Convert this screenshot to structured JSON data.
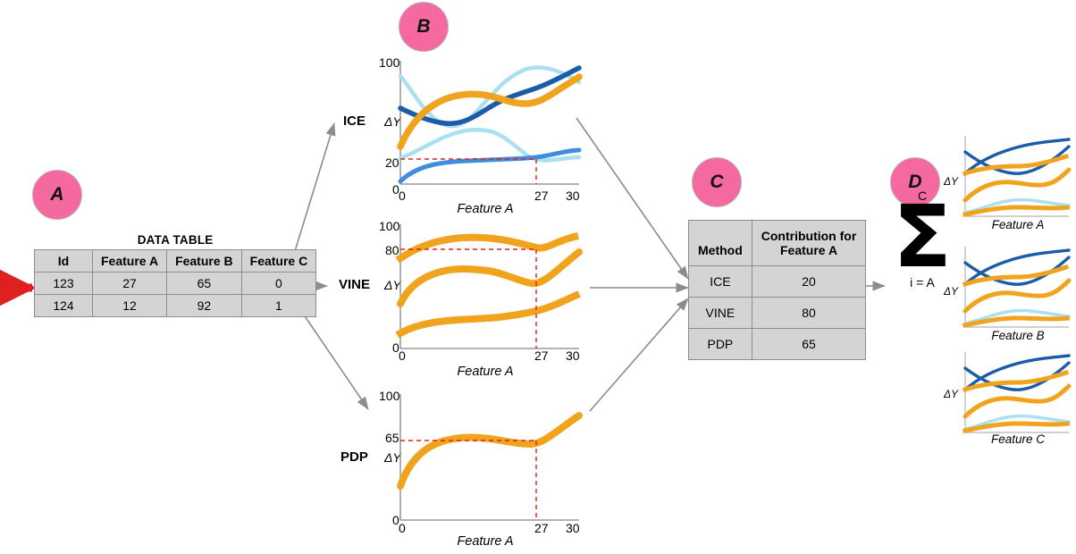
{
  "figure": {
    "badges": [
      {
        "id": "A",
        "label": "A"
      },
      {
        "id": "B",
        "label": "B"
      },
      {
        "id": "C",
        "label": "C"
      },
      {
        "id": "D",
        "label": "D"
      }
    ]
  },
  "data_table": {
    "title": "DATA TABLE",
    "columns": [
      "Id",
      "Feature A",
      "Feature B",
      "Feature C"
    ],
    "rows": [
      [
        "123",
        "27",
        "65",
        "0"
      ],
      [
        "124",
        "12",
        "92",
        "1"
      ]
    ],
    "highlighted_row_index": 0
  },
  "contribution_table": {
    "columns": [
      "Method",
      "Contribution for Feature A"
    ],
    "column_header_lines": [
      [
        "Method"
      ],
      [
        "Contribution for",
        "Feature A"
      ]
    ],
    "rows": [
      [
        "ICE",
        "20"
      ],
      [
        "VINE",
        "80"
      ],
      [
        "PDP",
        "65"
      ]
    ]
  },
  "summation": {
    "upper_limit": "C",
    "lower_limit": "i = A",
    "glyph": "sigma-symbol"
  },
  "colors": {
    "accent_pink": "#F4699F",
    "orange": "#F0A41E",
    "dark_blue": "#1B5CA8",
    "mid_blue": "#3E8EDC",
    "light_blue": "#A9E0F2",
    "red_marker": "#E02020",
    "table_fill": "#D4D4D4",
    "arrow_gray": "#8C8C8C"
  },
  "chart_data": [
    {
      "id": "ice",
      "type": "line",
      "method_label": "ICE",
      "xlabel": "Feature A",
      "ylabel": "ΔY",
      "xticks": [
        "0",
        "27",
        "30"
      ],
      "yticks": [
        "0",
        "20",
        "100"
      ],
      "xlim": [
        0,
        30
      ],
      "ylim": [
        0,
        100
      ],
      "marker": {
        "x": 27,
        "y": 20,
        "label_x": "27",
        "label_y": "20",
        "style": "dashed-red"
      },
      "grid": false,
      "legend": "none",
      "series": [
        {
          "name": "ice-curve-light-blue-upper",
          "color": "#A9E0F2",
          "style": "solid",
          "x": [
            0,
            3,
            6,
            9,
            12,
            15,
            18,
            21,
            24,
            27,
            30
          ],
          "y": [
            88,
            81,
            66,
            53,
            49,
            57,
            74,
            88,
            95,
            96,
            90
          ]
        },
        {
          "name": "ice-curve-dark-blue",
          "color": "#1B5CA8",
          "style": "solid",
          "x": [
            0,
            3,
            6,
            9,
            12,
            15,
            18,
            21,
            24,
            27,
            30
          ],
          "y": [
            62,
            57,
            51,
            48,
            48,
            53,
            62,
            68,
            74,
            83,
            93
          ]
        },
        {
          "name": "ice-curve-orange",
          "color": "#F0A41E",
          "style": "solid-thick",
          "x": [
            0,
            3,
            6,
            9,
            12,
            15,
            18,
            21,
            24,
            27,
            30
          ],
          "y": [
            31,
            45,
            57,
            66,
            71,
            73,
            72,
            68,
            67,
            73,
            83
          ]
        },
        {
          "name": "ice-curve-light-blue-lower",
          "color": "#A9E0F2",
          "style": "solid",
          "x": [
            0,
            3,
            6,
            9,
            12,
            15,
            18,
            21,
            24,
            27,
            30
          ],
          "y": [
            21,
            27,
            34,
            40,
            44,
            45,
            43,
            38,
            30,
            24,
            22
          ]
        },
        {
          "name": "ice-curve-mid-blue",
          "color": "#3E8EDC",
          "style": "solid",
          "x": [
            0,
            3,
            6,
            9,
            12,
            15,
            18,
            21,
            24,
            27,
            30
          ],
          "y": [
            2,
            9,
            13,
            16,
            17,
            18,
            18,
            18,
            19,
            21,
            27
          ]
        }
      ]
    },
    {
      "id": "vine",
      "type": "line",
      "method_label": "VINE",
      "xlabel": "Feature A",
      "ylabel": "ΔY",
      "xticks": [
        "0",
        "27",
        "30"
      ],
      "yticks": [
        "0",
        "80",
        "100"
      ],
      "xlim": [
        0,
        30
      ],
      "ylim": [
        0,
        100
      ],
      "marker": {
        "x": 27,
        "y": 80,
        "label_x": "27",
        "label_y": "80",
        "style": "dashed-red"
      },
      "grid": false,
      "legend": "none",
      "series": [
        {
          "name": "vine-upper-band",
          "color": "#F0A41E",
          "style": "dotted",
          "x": [
            0,
            3,
            6,
            9,
            12,
            15,
            18,
            21,
            24,
            27,
            30
          ],
          "y": [
            73,
            79,
            83,
            86,
            89,
            90,
            89,
            87,
            84,
            81,
            91
          ]
        },
        {
          "name": "vine-mean-curve",
          "color": "#F0A41E",
          "style": "solid-thick",
          "x": [
            0,
            3,
            6,
            9,
            12,
            15,
            18,
            21,
            24,
            27,
            30
          ],
          "y": [
            37,
            52,
            60,
            64,
            66,
            67,
            66,
            63,
            59,
            62,
            77
          ]
        },
        {
          "name": "vine-lower-band",
          "color": "#F0A41E",
          "style": "dotted",
          "x": [
            0,
            3,
            6,
            9,
            12,
            15,
            18,
            21,
            24,
            27,
            30
          ],
          "y": [
            13,
            22,
            26,
            29,
            30,
            31,
            32,
            33,
            35,
            39,
            48
          ]
        }
      ]
    },
    {
      "id": "pdp",
      "type": "line",
      "method_label": "PDP",
      "xlabel": "Feature A",
      "ylabel": "ΔY",
      "xticks": [
        "0",
        "27",
        "30"
      ],
      "yticks": [
        "0",
        "65",
        "100"
      ],
      "xlim": [
        0,
        30
      ],
      "ylim": [
        0,
        100
      ],
      "marker": {
        "x": 27,
        "y": 65,
        "label_x": "27",
        "label_y": "65",
        "style": "dashed-red"
      },
      "grid": false,
      "legend": "none",
      "series": [
        {
          "name": "pdp-curve",
          "color": "#F0A41E",
          "style": "solid-thick",
          "x": [
            0,
            3,
            6,
            9,
            12,
            15,
            18,
            21,
            24,
            27,
            30
          ],
          "y": [
            34,
            51,
            60,
            65,
            67,
            67,
            66,
            64,
            64,
            65,
            78
          ]
        }
      ]
    },
    {
      "id": "mini-a",
      "type": "line",
      "xlabel": "Feature A",
      "ylabel": "ΔY",
      "grid": false,
      "legend": "none",
      "series": [
        {
          "name": "mini-a-dark-blue-1",
          "color": "#1B5CA8",
          "style": "solid",
          "x": [
            0,
            2,
            4,
            6,
            8,
            10
          ],
          "y": [
            52,
            68,
            76,
            82,
            86,
            92
          ]
        },
        {
          "name": "mini-a-dark-blue-2",
          "color": "#1B5CA8",
          "style": "solid",
          "x": [
            0,
            2,
            4,
            6,
            8,
            10
          ],
          "y": [
            78,
            62,
            57,
            62,
            74,
            86
          ]
        },
        {
          "name": "mini-a-orange-dotted",
          "color": "#F0A41E",
          "style": "dotted",
          "x": [
            0,
            2,
            4,
            6,
            8,
            10
          ],
          "y": [
            52,
            60,
            62,
            62,
            66,
            74
          ]
        },
        {
          "name": "mini-a-orange-solid",
          "color": "#F0A41E",
          "style": "solid-thick",
          "x": [
            0,
            2,
            4,
            6,
            8,
            10
          ],
          "y": [
            22,
            38,
            44,
            42,
            40,
            52
          ]
        },
        {
          "name": "mini-a-light-blue",
          "color": "#A9E0F2",
          "style": "solid",
          "x": [
            0,
            2,
            4,
            6,
            8,
            10
          ],
          "y": [
            8,
            12,
            18,
            16,
            20,
            14
          ]
        },
        {
          "name": "mini-a-orange-dotted-low",
          "color": "#F0A41E",
          "style": "dotted",
          "x": [
            0,
            2,
            4,
            6,
            8,
            10
          ],
          "y": [
            6,
            12,
            14,
            13,
            12,
            16
          ]
        }
      ]
    },
    {
      "id": "mini-b",
      "type": "line",
      "xlabel": "Feature B",
      "ylabel": "ΔY",
      "grid": false,
      "legend": "none",
      "series": [
        {
          "name": "mini-b-dark-blue-1",
          "color": "#1B5CA8",
          "style": "solid",
          "x": [
            0,
            2,
            4,
            6,
            8,
            10
          ],
          "y": [
            52,
            68,
            76,
            82,
            86,
            92
          ]
        },
        {
          "name": "mini-b-dark-blue-2",
          "color": "#1B5CA8",
          "style": "solid",
          "x": [
            0,
            2,
            4,
            6,
            8,
            10
          ],
          "y": [
            78,
            62,
            57,
            62,
            74,
            86
          ]
        },
        {
          "name": "mini-b-orange-dotted",
          "color": "#F0A41E",
          "style": "dotted",
          "x": [
            0,
            2,
            4,
            6,
            8,
            10
          ],
          "y": [
            52,
            60,
            62,
            62,
            66,
            74
          ]
        },
        {
          "name": "mini-b-orange-solid",
          "color": "#F0A41E",
          "style": "solid-thick",
          "x": [
            0,
            2,
            4,
            6,
            8,
            10
          ],
          "y": [
            22,
            38,
            44,
            42,
            40,
            52
          ]
        },
        {
          "name": "mini-b-light-blue",
          "color": "#A9E0F2",
          "style": "solid",
          "x": [
            0,
            2,
            4,
            6,
            8,
            10
          ],
          "y": [
            8,
            12,
            18,
            16,
            20,
            14
          ]
        },
        {
          "name": "mini-b-orange-dotted-low",
          "color": "#F0A41E",
          "style": "dotted",
          "x": [
            0,
            2,
            4,
            6,
            8,
            10
          ],
          "y": [
            6,
            12,
            14,
            13,
            12,
            16
          ]
        }
      ]
    },
    {
      "id": "mini-c",
      "type": "line",
      "xlabel": "Feature C",
      "ylabel": "ΔY",
      "grid": false,
      "legend": "none",
      "series": [
        {
          "name": "mini-c-dark-blue-1",
          "color": "#1B5CA8",
          "style": "solid",
          "x": [
            0,
            2,
            4,
            6,
            8,
            10
          ],
          "y": [
            52,
            68,
            76,
            82,
            86,
            92
          ]
        },
        {
          "name": "mini-c-dark-blue-2",
          "color": "#1B5CA8",
          "style": "solid",
          "x": [
            0,
            2,
            4,
            6,
            8,
            10
          ],
          "y": [
            78,
            62,
            57,
            62,
            74,
            86
          ]
        },
        {
          "name": "mini-c-orange-dotted",
          "color": "#F0A41E",
          "style": "dotted",
          "x": [
            0,
            2,
            4,
            6,
            8,
            10
          ],
          "y": [
            52,
            60,
            62,
            62,
            66,
            74
          ]
        },
        {
          "name": "mini-c-orange-solid",
          "color": "#F0A41E",
          "style": "solid-thick",
          "x": [
            0,
            2,
            4,
            6,
            8,
            10
          ],
          "y": [
            22,
            38,
            44,
            42,
            40,
            52
          ]
        },
        {
          "name": "mini-c-light-blue",
          "color": "#A9E0F2",
          "style": "solid",
          "x": [
            0,
            2,
            4,
            6,
            8,
            10
          ],
          "y": [
            8,
            12,
            18,
            16,
            20,
            14
          ]
        },
        {
          "name": "mini-c-orange-dotted-low",
          "color": "#F0A41E",
          "style": "dotted",
          "x": [
            0,
            2,
            4,
            6,
            8,
            10
          ],
          "y": [
            6,
            12,
            14,
            13,
            12,
            16
          ]
        }
      ]
    }
  ]
}
